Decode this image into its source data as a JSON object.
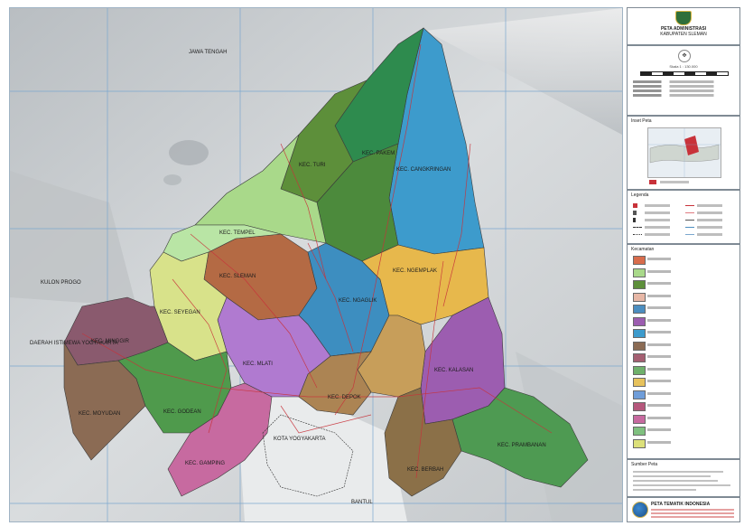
{
  "map": {
    "region_labels": {
      "jawa_tengah": "JAWA TENGAH",
      "kulon_progo": "KULON PROGO",
      "kota_yogyakarta": "KOTA YOGYAKARTA",
      "bantul": "BANTUL",
      "daerah": "DAERAH ISTIMEWA YOGYAKARTA"
    },
    "district_labels": {
      "cangkringan": "KEC. CANGKRINGAN",
      "turi": "KEC. TURI",
      "pakem": "KEC. PAKEM",
      "tempel": "KEC. TEMPEL",
      "sleman": "KEC. SLEMAN",
      "ngaglik": "KEC. NGAGLIK",
      "ngemplak": "KEC. NGEMPLAK",
      "seyegan": "KEC. SEYEGAN",
      "minggir": "KEC. MINGGIR",
      "moyudan": "KEC. MOYUDAN",
      "godean": "KEC. GODEAN",
      "mlati": "KEC. MLATI",
      "gamping": "KEC. GAMPING",
      "depok": "KEC. DEPOK",
      "kalasan": "KEC. KALASAN",
      "berbah": "KEC. BERBAH",
      "prambanan": "KEC. PRAMBANAN"
    },
    "colors": {
      "hillshade": "#c9cdd0",
      "grid": "#7ba7cf",
      "road": "#c8323a",
      "boundary": "#333333"
    }
  },
  "legend": {
    "title_line1": "PETA ADMINISTRASI",
    "title_line2": "KABUPATEN SLEMAN",
    "scale": "Skala 1 : 130.000",
    "inset_title": "Inset Peta",
    "symbol_title": "Legenda",
    "district_title": "Kecamatan",
    "notes_title": "Sumber Peta",
    "footer_title": "PETA TEMATIK INDONESIA",
    "district_colors": [
      "#d86c4c",
      "#a9d98a",
      "#5d8f3a",
      "#e7b7a6",
      "#4c8ec0",
      "#9c5db0",
      "#3d9bcc",
      "#8b6b54",
      "#a55f72",
      "#6fb06b",
      "#e7c25c",
      "#6f9dd9",
      "#b5577c",
      "#c76aa0",
      "#7fc07f",
      "#dce07a"
    ]
  }
}
